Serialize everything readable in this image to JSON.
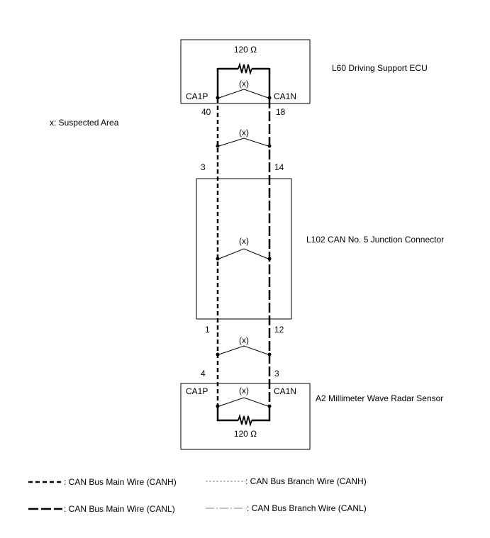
{
  "suspected_note": "x: Suspected Area",
  "top_ecu": {
    "id": "L60",
    "name": "Driving Support ECU",
    "resistor": "120 Ω",
    "x_mark": "(x)",
    "pin_left_name": "CA1P",
    "pin_right_name": "CA1N",
    "pin_left_no": "40",
    "pin_right_no": "18"
  },
  "segment_upper_x": "(x)",
  "junction": {
    "id": "L102",
    "name": "CAN No. 5 Junction Connector",
    "x_mark": "(x)",
    "pin_top_left": "3",
    "pin_top_right": "14",
    "pin_bottom_left": "1",
    "pin_bottom_right": "12"
  },
  "segment_lower_x": "(x)",
  "bottom_sensor": {
    "id": "A2",
    "name": "Millimeter Wave Radar Sensor",
    "resistor": "120 Ω",
    "x_mark": "(x)",
    "pin_left_name": "CA1P",
    "pin_right_name": "CA1N",
    "pin_left_no": "4",
    "pin_right_no": "3"
  },
  "legend": {
    "main_canh": ": CAN Bus Main Wire (CANH)",
    "main_canl": ": CAN Bus Main Wire (CANL)",
    "branch_canh": ": CAN Bus Branch Wire (CANH)",
    "branch_canl": ": CAN Bus Branch Wire (CANL)"
  }
}
